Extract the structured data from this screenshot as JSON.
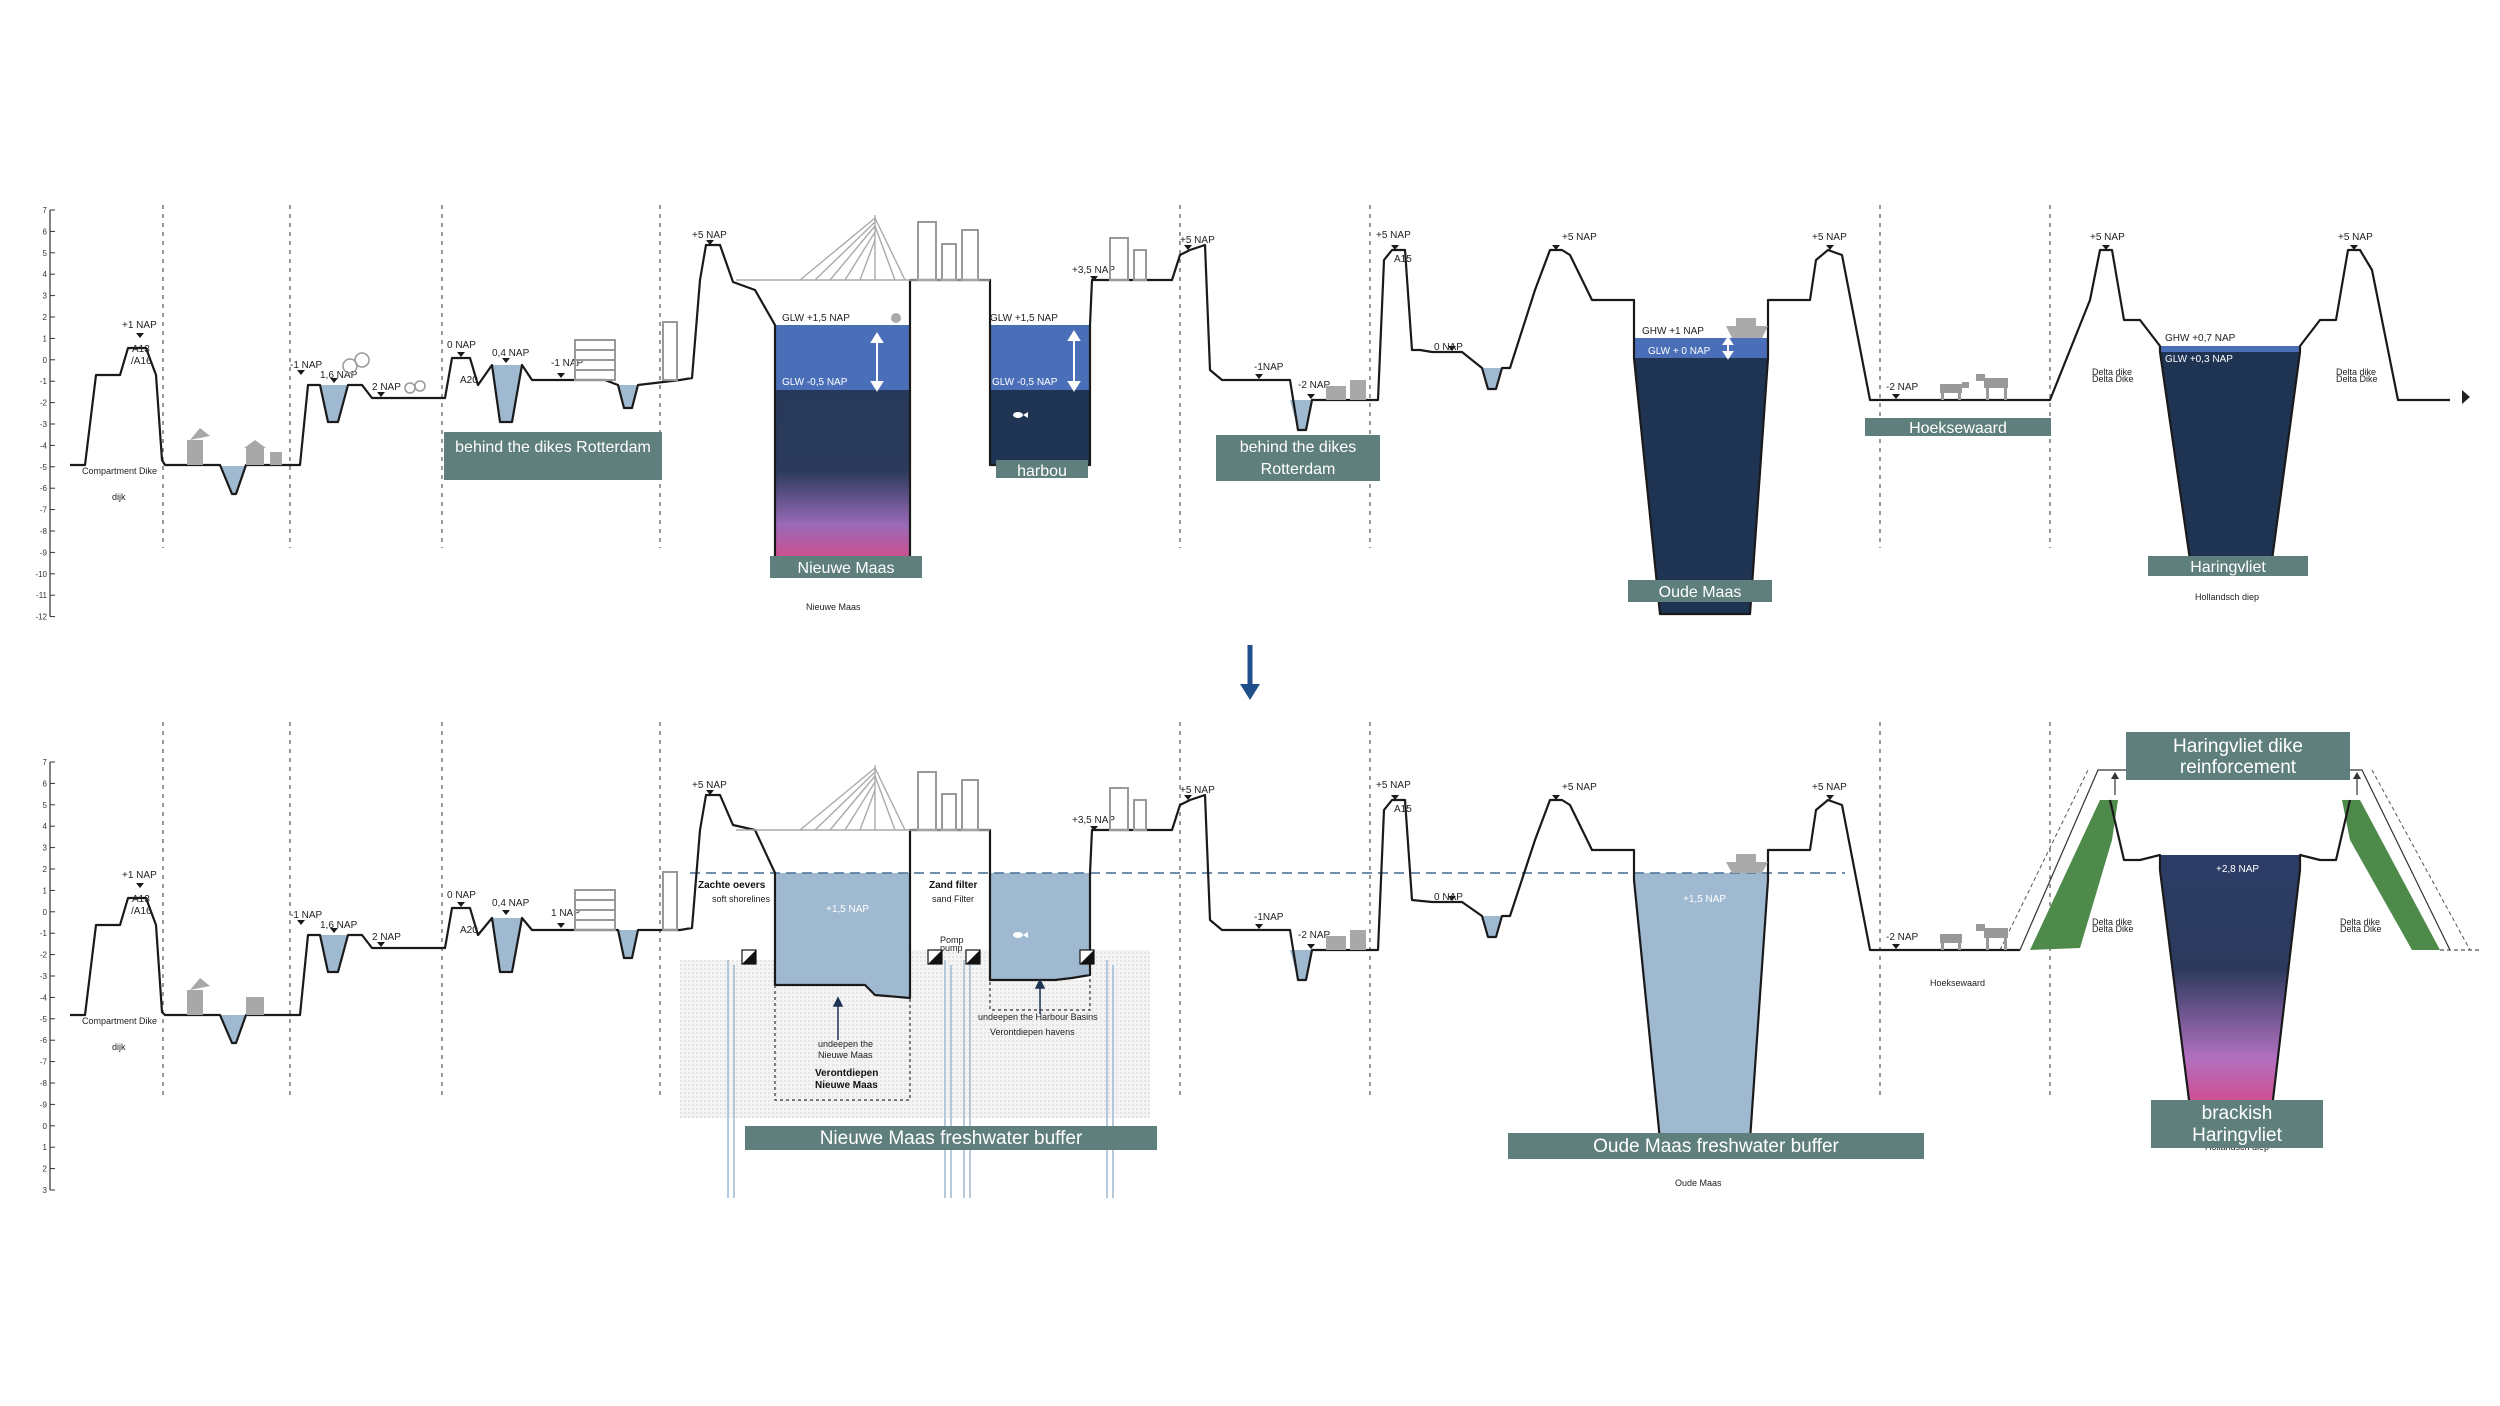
{
  "colors": {
    "label_box": "#5f7f7c",
    "water_blue": "#4a6fb8",
    "water_dark": "#1f3352",
    "water_light": "#9fb9d0",
    "brackish_pink": "#d04a8c",
    "dike_green": "#4e8a4a",
    "arrow": "#1f4f8a",
    "grid": "#555555",
    "buildings": "#a8a8a8"
  },
  "icons": [
    "down-arrow-icon",
    "bridge-icon",
    "ship-icon",
    "fish-icon",
    "cow-icon",
    "house-icon",
    "tree-icon",
    "city-icon",
    "pump-icon",
    "arrow-right-icon"
  ],
  "axis_top": {
    "ticks": [
      "7",
      "6",
      "5",
      "4",
      "3",
      "2",
      "1",
      "0",
      "-1",
      "-2",
      "-3",
      "-4",
      "-5",
      "-6",
      "-7",
      "-8",
      "-9",
      "-10",
      "-11",
      "-12"
    ]
  },
  "axis_bottom": {
    "ticks": [
      "7",
      "6",
      "5",
      "4",
      "3",
      "2",
      "1",
      "0",
      "-1",
      "-2",
      "-3",
      "-4",
      "-5",
      "-6",
      "-7",
      "-8",
      "-9",
      "0",
      "1",
      "2",
      "3"
    ]
  },
  "top": {
    "nap_labels": {
      "a": "+1 NAP",
      "b": "-1 NAP",
      "c": "1,6 NAP",
      "d": "2 NAP",
      "e": "0 NAP",
      "f": "0,4 NAP",
      "g": "-1 NAP",
      "h": "+5 NAP",
      "i": "+3,5 NAP",
      "j": "+5 NAP",
      "k": "-1NAP",
      "l": "-2 NAP",
      "m": "+5 NAP",
      "n": "0 NAP",
      "o": "+5 NAP",
      "p": "+5 NAP",
      "q": "-2 NAP",
      "r": "+5 NAP",
      "s": "+5 NAP"
    },
    "road_labels": {
      "a13": "A13",
      "a16": "/A16",
      "a20": "A20",
      "a15": "A15"
    },
    "compartment_dike": "Compartment Dike",
    "dijk": "dijk",
    "glw_nm_high": "GLW +1,5 NAP",
    "glw_nm_low": "GLW -0,5 NAP",
    "glw_h_high": "GLW +1,5 NAP",
    "glw_h_low": "GLW -0,5 NAP",
    "ghw_om": "GHW +1 NAP",
    "glw_om": "GLW + 0 NAP",
    "ghw_hv": "GHW +0,7 NAP",
    "glw_hv": "GLW +0,3 NAP",
    "delta_dike_1": "Delta dike",
    "delta_dike_1b": "Delta Dike",
    "delta_dike_2": "Delta dike",
    "delta_dike_2b": "Delta Dike",
    "box_behind_1": "behind the dikes Rotterdam",
    "box_harbour": "harbou",
    "box_behind_2a": "behind the dikes",
    "box_behind_2b": "Rotterdam",
    "box_hoeksewaard": "Hoeksewaard",
    "box_nieuwe_maas": "Nieuwe Maas",
    "box_oude_maas": "Oude Maas",
    "box_haringvliet": "Haringvliet",
    "caption_nieuwe_maas": "Nieuwe Maas",
    "caption_hollandsch_diep": "Hollandsch diep"
  },
  "bottom": {
    "nap_labels": {
      "a": "+1 NAP",
      "b": "-1 NAP",
      "c": "1,6 NAP",
      "d": "2 NAP",
      "e": "0 NAP",
      "f": "0,4 NAP",
      "g": "1 NAP",
      "h": "+5 NAP",
      "i": "+3,5 NAP",
      "j": "+5 NAP",
      "k": "-1NAP",
      "l": "-2 NAP",
      "m": "+5 NAP",
      "n": "0 NAP",
      "o": "+5 NAP",
      "p": "+5 NAP",
      "q": "-2 NAP"
    },
    "road_labels": {
      "a13": "A13",
      "a16": "/A16",
      "a20": "A20",
      "a15": "A15"
    },
    "compartment_dike": "Compartment Dike",
    "dijk": "dijk",
    "zachte_oevers": "Zachte oevers",
    "soft_shorelines": "soft shorelines",
    "zand_filter": "Zand filter",
    "sand_filter": "sand Filter",
    "pomp": "Pomp",
    "pump": "pump",
    "water_nm": "+1,5 NAP",
    "water_om": "+1,5 NAP",
    "water_hv": "+2,8 NAP",
    "undeepen_nm_1": "undeepen the",
    "undeepen_nm_2": "Nieuwe Maas",
    "verontdiepen_nm_1": "Verontdiepen",
    "verontdiepen_nm_2": "Nieuwe  Maas",
    "undeepen_harbour": "undeepen the Harbour Basins",
    "verontdiepen_havens": "Verontdiepen havens",
    "delta_dike_1": "Delta dike",
    "delta_dike_1b": "Delta Dike",
    "delta_dike_2": "Delta dike",
    "delta_dike_2b": "Delta Dike",
    "hoeksewaard": "Hoeksewaard",
    "box_nm_buffer": "Nieuwe Maas freshwater buffer",
    "box_om_buffer": "Oude Maas freshwater buffer",
    "box_hv_reinf_1": "Haringvliet dike",
    "box_hv_reinf_2": "reinforcement",
    "box_brackish_1": "brackish",
    "box_brackish_2": "Haringvliet",
    "caption_hollandsch_diep": "Hollandsch diep",
    "caption_oude_maas": "Oude Maas"
  }
}
